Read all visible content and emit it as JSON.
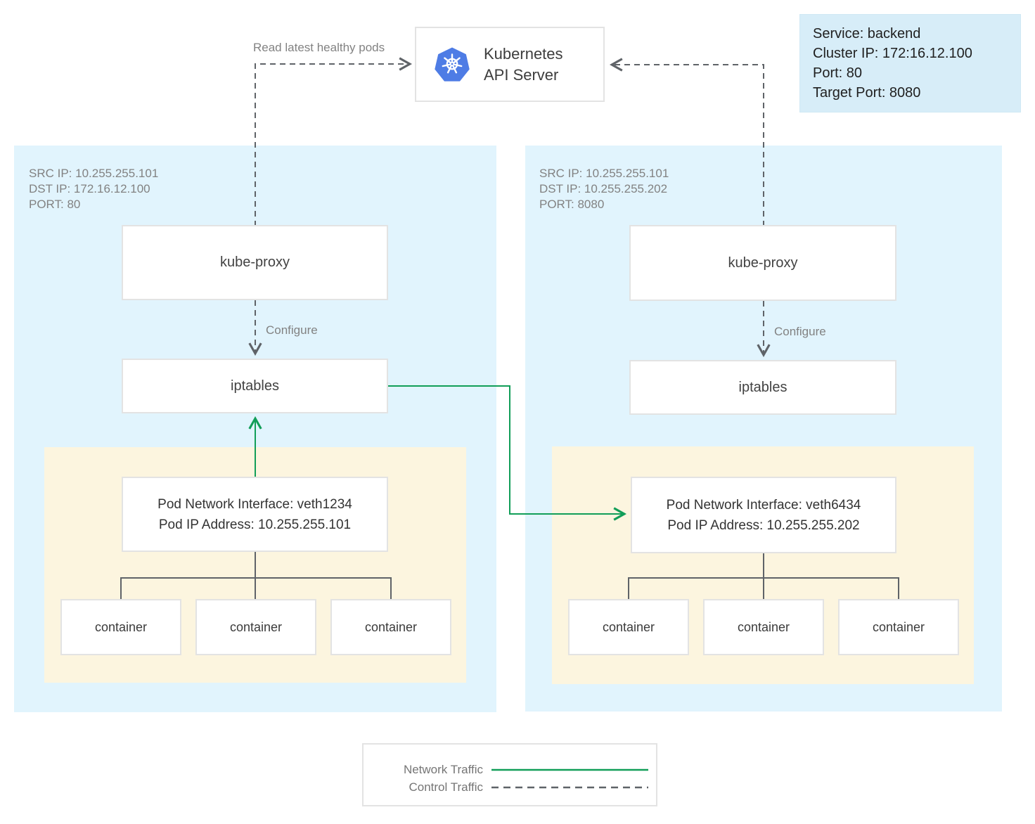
{
  "api_server": {
    "icon": "kubernetes-logo-icon",
    "label_line1": "Kubernetes",
    "label_line2": "API Server"
  },
  "service_info": {
    "line1": "Service: backend",
    "line2": "Cluster IP: 172:16.12.100",
    "line3": "Port: 80",
    "line4": "Target Port: 8080"
  },
  "labels": {
    "read_latest_healthy_pods": "Read latest healthy pods",
    "configure_left": "Configure",
    "configure_right": "Configure"
  },
  "node_left": {
    "header_lines": [
      "SRC IP: 10.255.255.101",
      "DST IP: 172.16.12.100",
      "PORT: 80"
    ],
    "kube_proxy_label": "kube-proxy",
    "iptables_label": "iptables",
    "pod_interface_line1": "Pod Network Interface: veth1234",
    "pod_interface_line2": "Pod IP Address: 10.255.255.101",
    "containers": [
      "container",
      "container",
      "container"
    ]
  },
  "node_right": {
    "header_lines": [
      "SRC IP: 10.255.255.101",
      "DST IP: 10.255.255.202",
      "PORT: 8080"
    ],
    "kube_proxy_label": "kube-proxy",
    "iptables_label": "iptables",
    "pod_interface_line1": "Pod Network Interface: veth6434",
    "pod_interface_line2": "Pod IP Address: 10.255.255.202",
    "containers": [
      "container",
      "container",
      "container"
    ]
  },
  "legend": {
    "network_traffic_label": "Network Traffic",
    "control_traffic_label": "Control Traffic"
  },
  "colors": {
    "network_traffic_green": "#119e58",
    "control_traffic_gray": "#5f6368",
    "node_background_blue": "#e1f4fd",
    "pod_background_yellow": "#fcf5df",
    "service_box_blue": "#d7edf8",
    "kubernetes_logo_blue": "#4e7ce5",
    "box_border_gray": "#e3e3e3",
    "muted_text_gray": "#828282",
    "dark_text": "#424242"
  }
}
